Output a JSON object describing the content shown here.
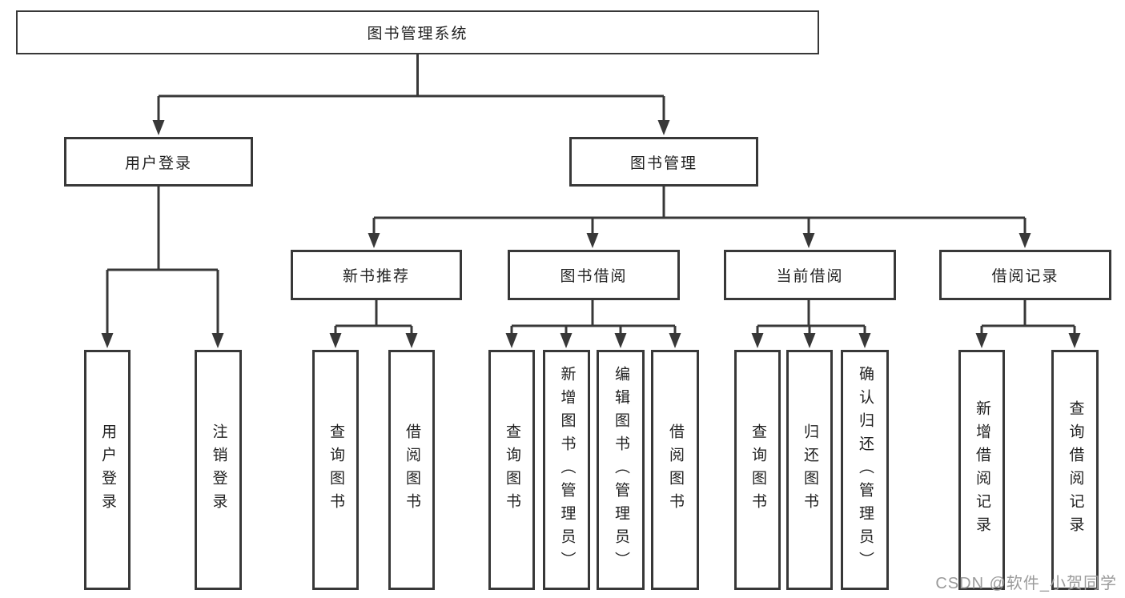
{
  "diagram": {
    "root": {
      "label": "图书管理系统"
    },
    "branches": [
      {
        "label": "用户登录",
        "children": [
          {
            "label": "用户登录"
          },
          {
            "label": "注销登录"
          }
        ]
      },
      {
        "label": "图书管理",
        "children": [
          {
            "label": "新书推荐",
            "children": [
              {
                "label": "查询图书"
              },
              {
                "label": "借阅图书"
              }
            ]
          },
          {
            "label": "图书借阅",
            "children": [
              {
                "label": "查询图书"
              },
              {
                "label": "新增图书（管理员）"
              },
              {
                "label": "编辑图书（管理员）"
              },
              {
                "label": "借阅图书"
              }
            ]
          },
          {
            "label": "当前借阅",
            "children": [
              {
                "label": "查询图书"
              },
              {
                "label": "归还图书"
              },
              {
                "label": "确认归还（管理员）"
              }
            ]
          },
          {
            "label": "借阅记录",
            "children": [
              {
                "label": "新增借阅记录"
              },
              {
                "label": "查询借阅记录"
              }
            ]
          }
        ]
      }
    ],
    "watermark": "CSDN @软件_小贺同学",
    "colors": {
      "line": "#383838",
      "box_border": "#383838",
      "text": "#222222",
      "watermark": "#9b9b9b",
      "background": "#ffffff"
    }
  }
}
